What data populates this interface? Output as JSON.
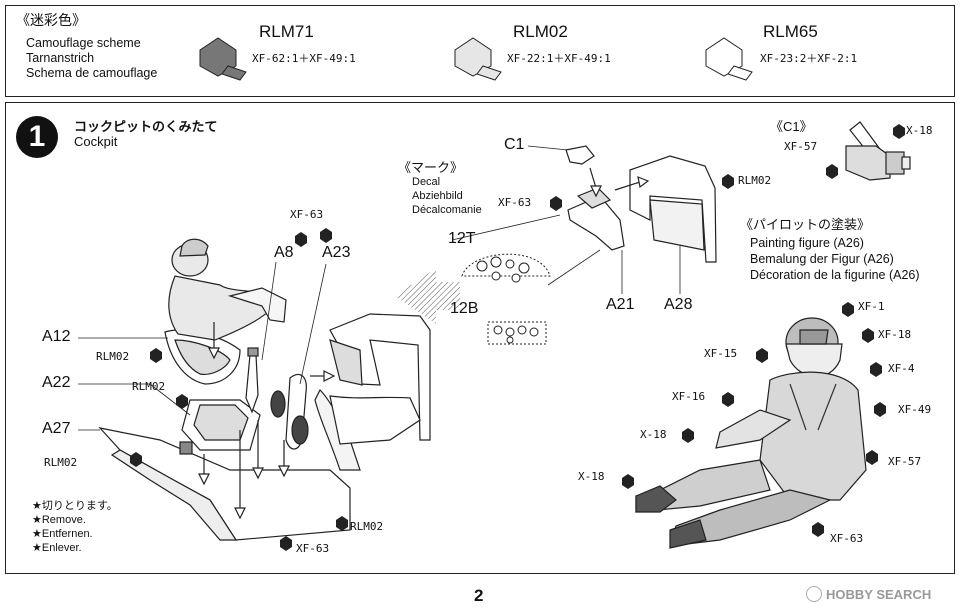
{
  "header": {
    "title": "《迷彩色》",
    "subtitle_lines": [
      "Camouflage scheme",
      "Tarnanstrich",
      "Schema de camouflage"
    ],
    "colors": [
      {
        "name": "RLM71",
        "mix": "XF-62:1＋XF-49:1",
        "swatch": "#7f7f7f"
      },
      {
        "name": "RLM02",
        "mix": "XF-22:1＋XF-49:1",
        "swatch": "#e8e8e8"
      },
      {
        "name": "RLM65",
        "mix": "XF-23:2＋XF-2:1",
        "swatch": "#ffffff"
      }
    ]
  },
  "step": {
    "number": "1",
    "title_jp": "コックピットのくみたて",
    "title_en": "Cockpit"
  },
  "decal": {
    "title": "《マーク》",
    "lines": [
      "Decal",
      "Abziehbild",
      "Décalcomanie"
    ],
    "labels": [
      "12T",
      "12B"
    ]
  },
  "c1_detail": {
    "title": "《C1》",
    "callouts": [
      "XF-57",
      "X-18"
    ]
  },
  "pilot": {
    "title": "《パイロットの塗装》",
    "lines": [
      "Painting figure (A26)",
      "Bemalung der Figur (A26)",
      "Décoration de la figurine (A26)"
    ],
    "callouts_right": [
      "XF-1",
      "XF-18",
      "XF-4",
      "XF-49",
      "XF-57",
      "XF-63"
    ],
    "callouts_left": [
      "XF-15",
      "XF-16",
      "X-18",
      "X-18"
    ]
  },
  "parts": {
    "A8": "A8",
    "A23": "A23",
    "A12": "A12",
    "A22": "A22",
    "A27": "A27",
    "A21": "A21",
    "A28": "A28",
    "C1": "C1"
  },
  "paint_callouts": {
    "xf63_top": "XF-63",
    "rlm02_a12": "RLM02",
    "rlm02_a22": "RLM02",
    "rlm02_a27": "RLM02",
    "rlm02_a28": "RLM02",
    "xf63_a21": "XF-63",
    "rlm02_bottom": "RLM02",
    "xf63_bottom": "XF-63"
  },
  "remove_note": {
    "jp": "★切りとります。",
    "en": "★Remove.",
    "de": "★Entfernen.",
    "fr": "★Enlever."
  },
  "footer": {
    "page": "2",
    "watermark": "HOBBY SEARCH"
  }
}
